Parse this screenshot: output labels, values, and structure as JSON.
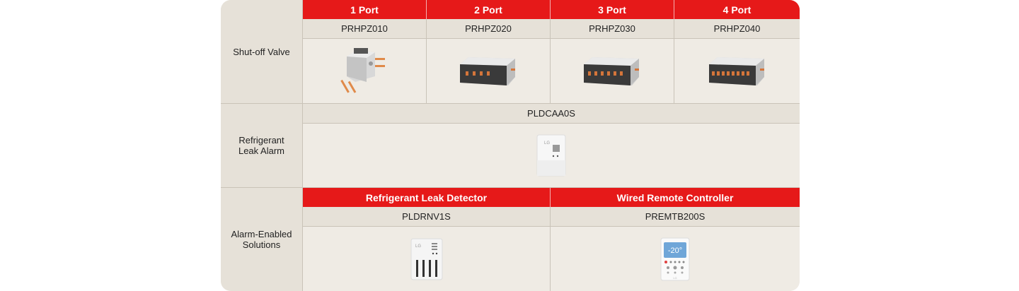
{
  "rows": {
    "shutoff": "Shut-off Valve",
    "alarm_line1": "Refrigerant",
    "alarm_line2": "Leak Alarm",
    "enabled_line1": "Alarm-Enabled",
    "enabled_line2": "Solutions"
  },
  "ports": [
    {
      "label": "1 Port",
      "model": "PRHPZ010"
    },
    {
      "label": "2 Port",
      "model": "PRHPZ020"
    },
    {
      "label": "3 Port",
      "model": "PRHPZ030"
    },
    {
      "label": "4 Port",
      "model": "PRHPZ040"
    }
  ],
  "alarm": {
    "model": "PLDCAA0S",
    "logo": "LG"
  },
  "solutions": [
    {
      "label": "Refrigerant Leak Detector",
      "model": "PLDRNV1S",
      "logo": "LG"
    },
    {
      "label": "Wired Remote Controller",
      "model": "PREMTB200S",
      "display": "-20°",
      "logo": "LG"
    }
  ],
  "colors": {
    "accent": "#e61919",
    "header_bg": "#e6e1d8",
    "cell_bg": "#efebe4"
  }
}
